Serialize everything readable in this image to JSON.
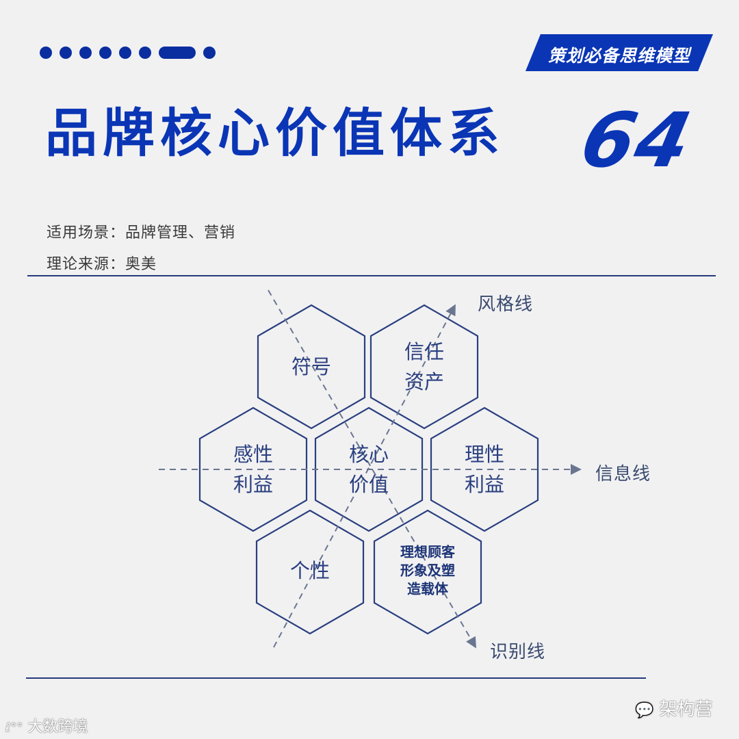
{
  "header": {
    "badge_label": "策划必备思维模型",
    "title": "品牌核心价值体系",
    "model_number": "64"
  },
  "meta": {
    "scenario": "适用场景：品牌管理、营销",
    "source": "理论来源：奥美"
  },
  "diagram": {
    "hexagons": [
      {
        "id": "symbol",
        "label": "符号"
      },
      {
        "id": "trust-asset",
        "label": "信任\n资产"
      },
      {
        "id": "emotional-benefit",
        "label": "感性\n利益"
      },
      {
        "id": "core-value",
        "label": "核心\n价值"
      },
      {
        "id": "rational-benefit",
        "label": "理性\n利益"
      },
      {
        "id": "personality",
        "label": "个性"
      },
      {
        "id": "ideal-customer",
        "label": "理想顾客\n形象及塑\n造载体"
      }
    ],
    "axes": {
      "style_line": "风格线",
      "info_line": "信息线",
      "identity_line": "识别线"
    },
    "colors": {
      "primary": "#0a35b5",
      "hex_stroke": "#2a3f7f",
      "dashed_line": "#6a7590"
    }
  },
  "watermarks": {
    "left": "大数跨境",
    "right": "架构营"
  }
}
